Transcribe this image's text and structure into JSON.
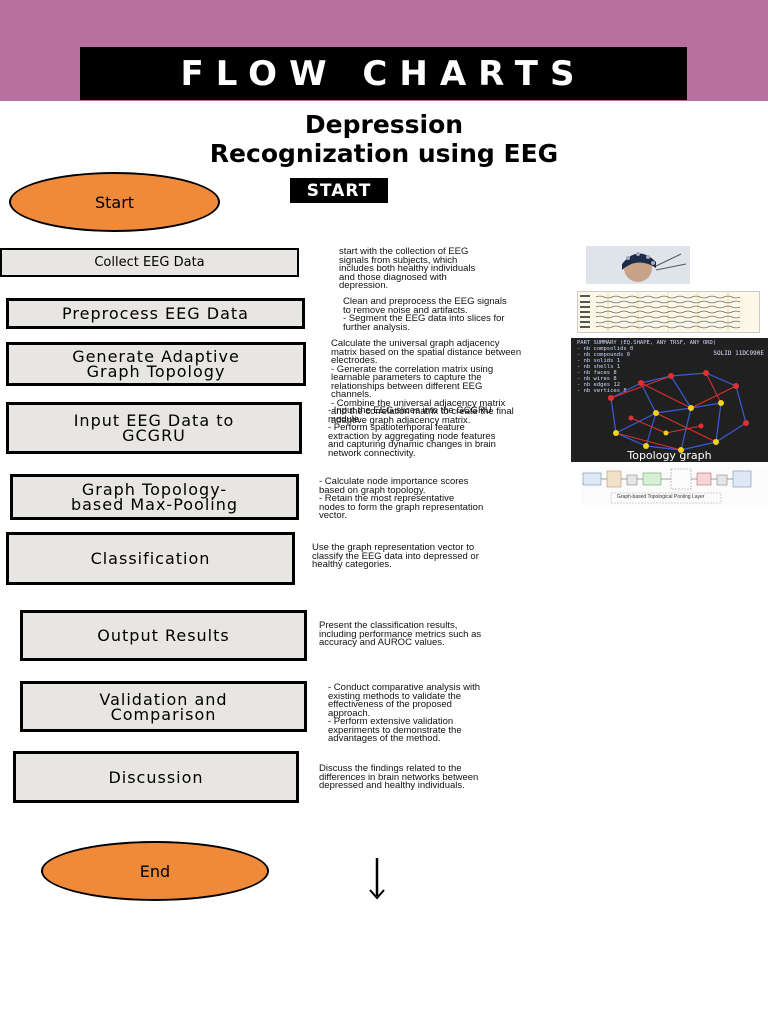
{
  "header": {
    "title": "FLOW CHARTS",
    "subtitle_line1": "Depression",
    "subtitle_line2": "Recognization using EEG",
    "start_badge": "START"
  },
  "terminals": {
    "start": "Start",
    "end": "End"
  },
  "steps": [
    {
      "label_line1": "Collect EEG Data",
      "label_line2": "",
      "description": [
        "start with the collection of EEG",
        "signals from subjects, which",
        "includes both healthy individuals",
        "and those diagnosed with",
        "depression."
      ]
    },
    {
      "label_line1": "Preprocess EEG Data",
      "label_line2": "",
      "description": [
        "Clean and preprocess the EEG signals",
        "to remove noise and artifacts.",
        "  - Segment the EEG data into slices for",
        "further analysis."
      ]
    },
    {
      "label_line1": "Generate Adaptive",
      "label_line2": "Graph Topology",
      "description": [
        "Calculate the universal graph adjacency",
        "matrix based on the spatial distance between",
        "electrodes.",
        "  - Generate the correlation matrix using",
        "learnable parameters to capture the",
        "relationships between different EEG",
        "channels.",
        "  - Combine the universal adjacency matrix",
        "and the correlation matrix to create the final",
        "adaptive graph adjacency matrix."
      ]
    },
    {
      "label_line1": "Input EEG Data to",
      "label_line2": "GCGRU",
      "description": [
        "- Input the EEG slices into the GCGRU",
        "module.",
        "  - Perform spatiotemporal feature",
        "extraction by aggregating node features",
        "and capturing dynamic changes in brain",
        "network connectivity."
      ]
    },
    {
      "label_line1": "Graph Topology-",
      "label_line2": "based Max-Pooling",
      "description": [
        "- Calculate node importance scores",
        "based on graph topology.",
        "  - Retain the most representative",
        "nodes to form the graph representation",
        "vector."
      ]
    },
    {
      "label_line1": "Classification",
      "label_line2": "",
      "description": [
        "Use the graph representation vector to",
        "classify the EEG data into depressed or",
        "healthy categories."
      ]
    },
    {
      "label_line1": "Output Results",
      "label_line2": "",
      "description": [
        "Present the classification results,",
        "including performance metrics such as",
        "accuracy and AUROC values."
      ]
    },
    {
      "label_line1": "Validation and",
      "label_line2": "Comparison",
      "description": [
        "- Conduct comparative analysis with",
        "existing methods to validate the",
        "effectiveness of the proposed",
        "approach.",
        "  - Perform extensive validation",
        "experiments to demonstrate the",
        "advantages of the method."
      ]
    },
    {
      "label_line1": "Discussion",
      "label_line2": "",
      "description": [
        "Discuss the findings related to the",
        "differences in brain networks between",
        "depressed and healthy individuals."
      ]
    }
  ],
  "images": {
    "topology_caption": "Topology graph",
    "topology_header": [
      "PART SUMMARY (EQ.SHAPE, ANY TRSF, ANY ORD)",
      "- nb compsolids 0",
      "- nb compounds 0",
      "- nb solids 1",
      "- nb shells 1",
      "- nb faces 8",
      "- nb wires 8",
      "- nb edges 12",
      "- nb vertices 8"
    ],
    "topology_solid_label": "SOLID 11DC990E",
    "pooling_caption": "Graph-based Topological Pooling Layer"
  }
}
